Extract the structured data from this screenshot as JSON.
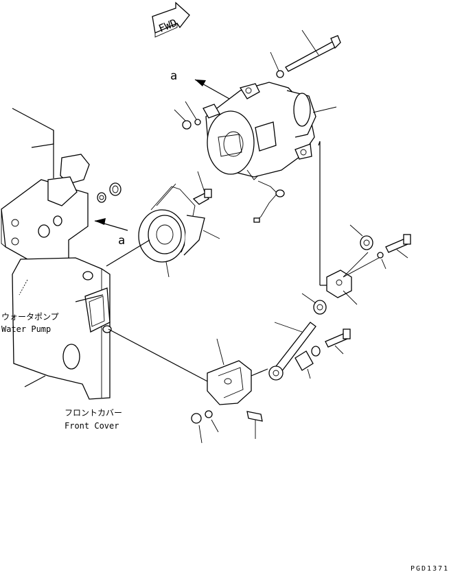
{
  "diagram": {
    "direction_arrow": "FWD",
    "callout_letter_top": "a",
    "callout_letter_left": "a",
    "water_pump_jp": "ウォータポンプ",
    "water_pump_en": "Water Pump",
    "front_cover_jp": "フロントカバー",
    "front_cover_en": "Front Cover",
    "drawing_code": "PGD1371"
  }
}
